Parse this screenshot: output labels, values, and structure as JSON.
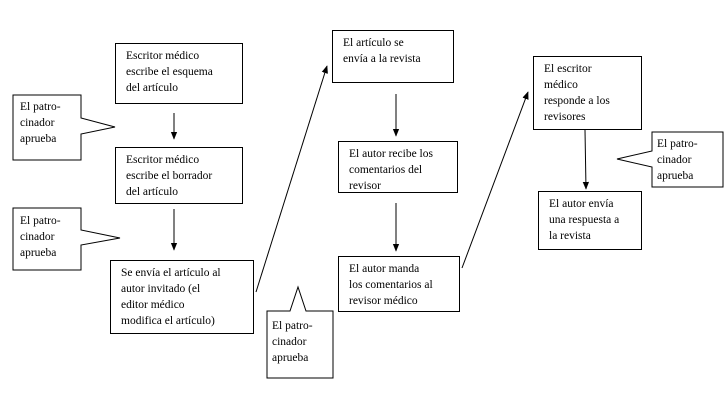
{
  "boxes": {
    "b1": "Escritor médico\nescribe el esquema\ndel artículo",
    "b2": "Escritor médico\nescribe el borrador\ndel artículo",
    "b3": "Se envía el artículo al\nautor invitado (el\neditor médico\nmodifica el artículo)",
    "b4": "El artículo se\nenvía a la revista",
    "b5": "El autor recibe los\ncomentarios del\nrevisor",
    "b6": "El autor manda\nlos comentarios al\nrevisor médico",
    "b7": "El escritor\nmédico\nresponde a los\nrevisores",
    "b8": "El autor envía\nuna respuesta a\nla revista"
  },
  "callouts": {
    "c1": "El patro-\ncinador\naprueba",
    "c2": "El patro-\ncinador\naprueba",
    "c3": "El patro-\ncinador\naprueba",
    "c4": "El patro-\ncinador\naprueba"
  }
}
